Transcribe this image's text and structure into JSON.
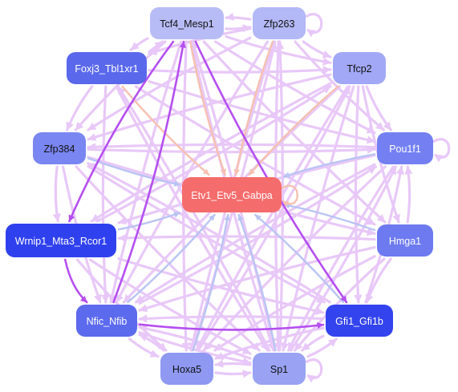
{
  "colors": {
    "edge_light": "#e8c8f8",
    "edge_purple": "#b54ff0",
    "edge_blue": "#b9c4f4",
    "edge_salmon": "#f6c0b0",
    "label_dark": "#111111",
    "label_light": "#ffffff"
  },
  "nodes": [
    {
      "id": "etv1",
      "label": "Etv1_Etv5_Gabpa",
      "color": "#f56c6c",
      "text": "light"
    },
    {
      "id": "tcf4",
      "label": "Tcf4_Mesp1",
      "color": "#b8bcf6",
      "text": "dark"
    },
    {
      "id": "zfp263",
      "label": "Zfp263",
      "color": "#b3b8f6",
      "text": "dark"
    },
    {
      "id": "foxj3",
      "label": "Foxj3_Tbl1xr1",
      "color": "#5a68ec",
      "text": "light"
    },
    {
      "id": "tfcp2",
      "label": "Tfcp2",
      "color": "#a2a8f6",
      "text": "dark"
    },
    {
      "id": "zfp384",
      "label": "Zfp384",
      "color": "#7a86f2",
      "text": "dark"
    },
    {
      "id": "pou1f1",
      "label": "Pou1f1",
      "color": "#7480f2",
      "text": "light"
    },
    {
      "id": "wrnip1",
      "label": "Wrnip1_Mta3_Rcor1",
      "color": "#2f41ee",
      "text": "light"
    },
    {
      "id": "hmga1",
      "label": "Hmga1",
      "color": "#6d7af0",
      "text": "light"
    },
    {
      "id": "nfic",
      "label": "Nfic_Nfib",
      "color": "#5c6aee",
      "text": "light"
    },
    {
      "id": "gfi1",
      "label": "Gfi1_Gfi1b",
      "color": "#3343ee",
      "text": "light"
    },
    {
      "id": "hoxa5",
      "label": "Hoxa5",
      "color": "#8f99f2",
      "text": "dark"
    },
    {
      "id": "sp1",
      "label": "Sp1",
      "color": "#9aa2f4",
      "text": "dark"
    }
  ],
  "edges": [
    {
      "from": "tcf4",
      "to": "etv1",
      "kind": "salmon"
    },
    {
      "from": "zfp263",
      "to": "etv1",
      "kind": "salmon"
    },
    {
      "from": "foxj3",
      "to": "etv1",
      "kind": "salmon"
    },
    {
      "from": "tfcp2",
      "to": "etv1",
      "kind": "salmon"
    },
    {
      "from": "zfp384",
      "to": "etv1",
      "kind": "blue"
    },
    {
      "from": "pou1f1",
      "to": "etv1",
      "kind": "blue"
    },
    {
      "from": "wrnip1",
      "to": "etv1",
      "kind": "blue"
    },
    {
      "from": "hmga1",
      "to": "etv1",
      "kind": "blue"
    },
    {
      "from": "nfic",
      "to": "etv1",
      "kind": "blue"
    },
    {
      "from": "gfi1",
      "to": "etv1",
      "kind": "blue"
    },
    {
      "from": "hoxa5",
      "to": "etv1",
      "kind": "blue"
    },
    {
      "from": "sp1",
      "to": "etv1",
      "kind": "blue"
    },
    {
      "from": "tcf4",
      "to": "zfp263",
      "kind": "light"
    },
    {
      "from": "zfp263",
      "to": "tcf4",
      "kind": "light"
    },
    {
      "from": "tcf4",
      "to": "foxj3",
      "kind": "light"
    },
    {
      "from": "foxj3",
      "to": "tcf4",
      "kind": "light"
    },
    {
      "from": "tcf4",
      "to": "tfcp2",
      "kind": "light"
    },
    {
      "from": "tcf4",
      "to": "pou1f1",
      "kind": "light"
    },
    {
      "from": "tcf4",
      "to": "hmga1",
      "kind": "light"
    },
    {
      "from": "tcf4",
      "to": "gfi1",
      "kind": "purple"
    },
    {
      "from": "tcf4",
      "to": "sp1",
      "kind": "light"
    },
    {
      "from": "tcf4",
      "to": "hoxa5",
      "kind": "light"
    },
    {
      "from": "tcf4",
      "to": "nfic",
      "kind": "light"
    },
    {
      "from": "tcf4",
      "to": "wrnip1",
      "kind": "purple"
    },
    {
      "from": "tcf4",
      "to": "zfp384",
      "kind": "light"
    },
    {
      "from": "zfp263",
      "to": "tfcp2",
      "kind": "light"
    },
    {
      "from": "zfp263",
      "to": "foxj3",
      "kind": "light"
    },
    {
      "from": "zfp263",
      "to": "zfp384",
      "kind": "light"
    },
    {
      "from": "zfp263",
      "to": "nfic",
      "kind": "light"
    },
    {
      "from": "zfp263",
      "to": "hoxa5",
      "kind": "light"
    },
    {
      "from": "zfp263",
      "to": "sp1",
      "kind": "light"
    },
    {
      "from": "zfp263",
      "to": "pou1f1",
      "kind": "light"
    },
    {
      "from": "foxj3",
      "to": "tfcp2",
      "kind": "light"
    },
    {
      "from": "foxj3",
      "to": "zfp384",
      "kind": "light"
    },
    {
      "from": "foxj3",
      "to": "pou1f1",
      "kind": "light"
    },
    {
      "from": "foxj3",
      "to": "nfic",
      "kind": "light"
    },
    {
      "from": "foxj3",
      "to": "hmga1",
      "kind": "light"
    },
    {
      "from": "foxj3",
      "to": "sp1",
      "kind": "light"
    },
    {
      "from": "tfcp2",
      "to": "zfp384",
      "kind": "light"
    },
    {
      "from": "tfcp2",
      "to": "pou1f1",
      "kind": "light"
    },
    {
      "from": "tfcp2",
      "to": "wrnip1",
      "kind": "light"
    },
    {
      "from": "tfcp2",
      "to": "nfic",
      "kind": "light"
    },
    {
      "from": "tfcp2",
      "to": "gfi1",
      "kind": "light"
    },
    {
      "from": "tfcp2",
      "to": "hoxa5",
      "kind": "light"
    },
    {
      "from": "tfcp2",
      "to": "sp1",
      "kind": "light"
    },
    {
      "from": "tfcp2",
      "to": "hmga1",
      "kind": "light"
    },
    {
      "from": "zfp384",
      "to": "pou1f1",
      "kind": "light"
    },
    {
      "from": "zfp384",
      "to": "wrnip1",
      "kind": "light"
    },
    {
      "from": "zfp384",
      "to": "nfic",
      "kind": "light"
    },
    {
      "from": "zfp384",
      "to": "gfi1",
      "kind": "light"
    },
    {
      "from": "zfp384",
      "to": "sp1",
      "kind": "light"
    },
    {
      "from": "zfp384",
      "to": "hmga1",
      "kind": "light"
    },
    {
      "from": "pou1f1",
      "to": "zfp384",
      "kind": "light"
    },
    {
      "from": "pou1f1",
      "to": "wrnip1",
      "kind": "light"
    },
    {
      "from": "pou1f1",
      "to": "nfic",
      "kind": "light"
    },
    {
      "from": "pou1f1",
      "to": "hoxa5",
      "kind": "light"
    },
    {
      "from": "pou1f1",
      "to": "sp1",
      "kind": "light"
    },
    {
      "from": "hmga1",
      "to": "pou1f1",
      "kind": "light"
    },
    {
      "from": "hmga1",
      "to": "nfic",
      "kind": "light"
    },
    {
      "from": "hmga1",
      "to": "hoxa5",
      "kind": "light"
    },
    {
      "from": "hmga1",
      "to": "gfi1",
      "kind": "light"
    },
    {
      "from": "hmga1",
      "to": "sp1",
      "kind": "light"
    },
    {
      "from": "hmga1",
      "to": "wrnip1",
      "kind": "light"
    },
    {
      "from": "wrnip1",
      "to": "nfic",
      "kind": "purple"
    },
    {
      "from": "wrnip1",
      "to": "gfi1",
      "kind": "light"
    },
    {
      "from": "wrnip1",
      "to": "sp1",
      "kind": "light"
    },
    {
      "from": "wrnip1",
      "to": "tfcp2",
      "kind": "light"
    },
    {
      "from": "wrnip1",
      "to": "hoxa5",
      "kind": "light"
    },
    {
      "from": "nfic",
      "to": "gfi1",
      "kind": "purple"
    },
    {
      "from": "nfic",
      "to": "sp1",
      "kind": "light"
    },
    {
      "from": "nfic",
      "to": "hoxa5",
      "kind": "light"
    },
    {
      "from": "nfic",
      "to": "tcf4",
      "kind": "purple"
    },
    {
      "from": "nfic",
      "to": "pou1f1",
      "kind": "light"
    },
    {
      "from": "gfi1",
      "to": "sp1",
      "kind": "light"
    },
    {
      "from": "gfi1",
      "to": "hoxa5",
      "kind": "light"
    },
    {
      "from": "gfi1",
      "to": "nfic",
      "kind": "light"
    },
    {
      "from": "gfi1",
      "to": "zfp384",
      "kind": "light"
    },
    {
      "from": "gfi1",
      "to": "pou1f1",
      "kind": "light"
    },
    {
      "from": "hoxa5",
      "to": "sp1",
      "kind": "light"
    },
    {
      "from": "hoxa5",
      "to": "nfic",
      "kind": "light"
    },
    {
      "from": "hoxa5",
      "to": "tfcp2",
      "kind": "light"
    },
    {
      "from": "hoxa5",
      "to": "zfp263",
      "kind": "light"
    },
    {
      "from": "sp1",
      "to": "hoxa5",
      "kind": "light"
    },
    {
      "from": "sp1",
      "to": "gfi1",
      "kind": "light"
    },
    {
      "from": "sp1",
      "to": "nfic",
      "kind": "light"
    },
    {
      "from": "sp1",
      "to": "tcf4",
      "kind": "light"
    },
    {
      "from": "sp1",
      "to": "zfp263",
      "kind": "light"
    },
    {
      "from": "sp1",
      "to": "foxj3",
      "kind": "light"
    },
    {
      "from": "sp1",
      "to": "pou1f1",
      "kind": "light"
    }
  ],
  "self_loops": [
    "zfp263",
    "pou1f1",
    "sp1",
    "etv1"
  ]
}
